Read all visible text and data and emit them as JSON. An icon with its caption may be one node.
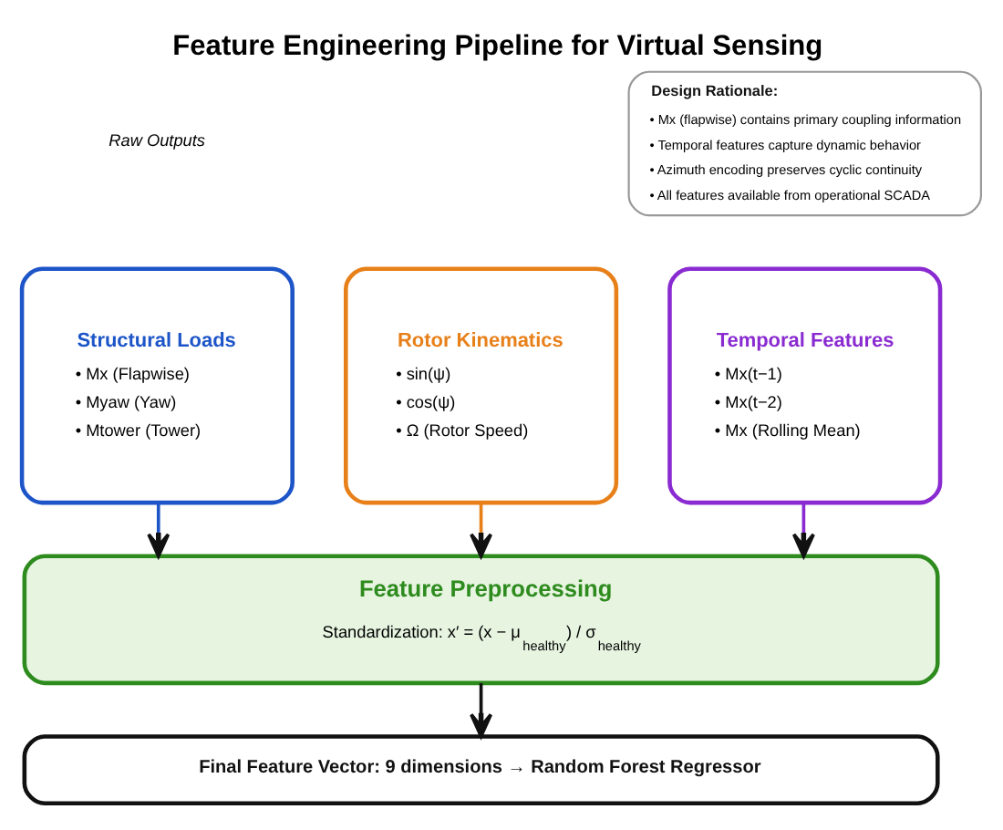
{
  "diagram": {
    "title": "Feature Engineering Pipeline for Virtual Sensing",
    "nodes": [
      {
        "text": [
          "Design Rationale:",
          "• Mx (flapwise) contains primary coupling information",
          "• Temporal features capture dynamic behavior",
          "• Azimuth encoding preserves cyclic continuity",
          "• All features available from operational SCADA"
        ]
      },
      {
        "text": [
          "Structural Loads",
          "• Mx (Flapwise)",
          "• Myaw (Yaw)",
          "• Mtower (Tower)"
        ]
      },
      {
        "text": [
          "Rotor Kinematics",
          "• sin(ψ)",
          "• cos(ψ)",
          "• Ω (Rotor Speed)"
        ]
      },
      {
        "text": [
          "Temporal Features",
          "• Mx(t−1)",
          "• Mx(t−2)",
          "• Mx (Rolling Mean)"
        ]
      },
      {
        "text": [
          "Feature Preprocessing",
          "Standardization: x′ = (x − μ$_{healthy}$) / σ$_{healthy}$"
        ]
      },
      {
        "text": [
          "Final Feature Vector: 9 dimensions → Random Forest Regressor"
        ]
      }
    ],
    "edges": [
      {
        "from": 1,
        "to": 4,
        "arrow": "to",
        "color": "#1d55c8"
      },
      {
        "from": 2,
        "to": 4,
        "arrow": "to",
        "color": "#e8801a"
      },
      {
        "from": 3,
        "to": 4,
        "arrow": "to",
        "color": "#8a2bd1"
      },
      {
        "from": 4,
        "to": 5,
        "arrow": "to",
        "color": "#111111"
      }
    ],
    "labels": [
      "Raw Outputs"
    ]
  }
}
